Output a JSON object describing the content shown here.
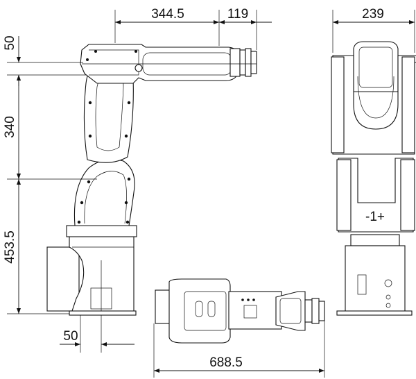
{
  "dimensions": {
    "reach_forearm": "344.5",
    "reach_wrist": "119",
    "width_front": "239",
    "height_wrist_offset": "50",
    "height_upper_arm": "340",
    "height_base": "453.5",
    "base_offset": "50",
    "length_top": "688.5"
  },
  "labels": {
    "axis_mark": "-1+"
  },
  "colors": {
    "line": "#111111",
    "background": "#ffffff"
  }
}
